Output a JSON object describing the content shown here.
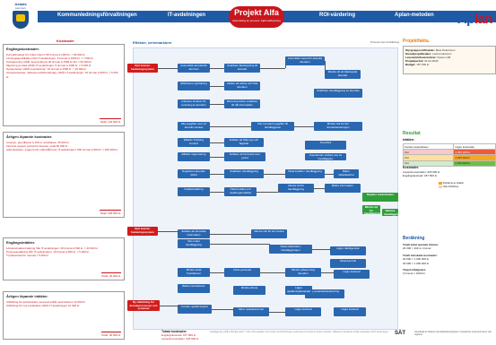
{
  "header": {
    "org_title": "Astads",
    "org_sub": "kommun",
    "nav": [
      "Kommunledningsförvaltningen",
      "IT-avdelningen",
      "ROI-värdering",
      "Aplan-metoden"
    ],
    "project_title": "Projekt Alfa",
    "project_sub": "Hela listing av process: Fjärrnedbrytning",
    "brand_a": "Ap",
    "brand_b": "lan"
  },
  "left": {
    "costs_title": "Kostnader",
    "one_time_title": "Engångskostnader.",
    "one_time_lines": [
      "Konsultinsatser för cirkus internt: 80 timmar à 1000 kr. = 80 000 kr.",
      "Lösningsspecifikation från IT-avdelningen: 5 timmar à 1500 kr. = 7 500 kr.",
      "Konfigurering utifrån leverantörens 40 timmar à 1500 kr./tim = 60 000 kr.",
      "Migrering av data utifrån IT-avdelningen: 5 timmar à 1000 kr. = 5 000 kr.",
      "Systemtester utifrån leverantören: 10 timmar à 1500 kr. = 15 000 kr.",
      "Acceptanstester. Inklusive testfilsunderlag, utifrån IT-avdelningen: 10 timmar à 500 kr. = 5 000 kr."
    ],
    "one_time_total": "Totalt: 132 500 kr.",
    "annual_title": "Årligen löpande kostnader.",
    "annual_lines": [
      "Licenser, grundlicens à 150 st. användare: 25 000 kr.",
      "First line support (extra) för licenser, avtal 50 000 kr.",
      "Administration, support och underhåll inom IT-avdelningen: 500 timmar à 500 kr. = 250 000 kr."
    ],
    "annual_total": "Totalt: 325 000 kr.",
    "yield_title": "Engångsintäkter.",
    "yield_lines": [
      "Lönekostnadsminskning från IT-avdelningen: 40 timmar à 500 kr. = 20 000 kr.",
      "Processersättning från IT-avdelningen: 10 timmar à 500 kr. = 5 000 kr.",
      "Tryckkostnad för manual = 5 000 kr."
    ],
    "yield_total": "Totalt: 30 000 kr.",
    "annual2_title": "Årligen löpande intäkter.",
    "annual2_lines": [
      "Utbildning för administrativ personal utifrån leverantören 14 500 kr.",
      "Utbildning för nya användare utifrån IT-avdelningen 10 000 kr."
    ],
    "annual2_total": "Totalt: 40 000 kr."
  },
  "flow": {
    "title": "Effekter, seriemarkörer",
    "legend": "Process   Ger   Förbättring",
    "nodes": [
      "Nytt ärende: hanteringssystem",
      "Automatisk ärendeinfo tas fram",
      "Snabbare återkoppling till ärendet",
      "Förenklad metod för aktuella ärenden",
      "Mindre tid att återkoppla ärendet",
      "Effektivare uppföljning",
      "Lättare att sökna och hitta ärenden",
      "Snabbare handläggning av ärenden",
      "Inklusive funktion för rensning av ärenden",
      "Rensning bidrar snabbare till rätt information",
      "Alla uppgifter som rör ärendet samlas",
      "Mer komplett uppgifter till handläggaren",
      "Mindre risk för fel i ärendehanteringen",
      "Effektiv Tracking Control",
      "Enklare att följa upp och åtgärda",
      "Effektiv rapportering",
      "Enklare att ha beslut som grund",
      "Ärendet kan enklare ses av handläggare",
      "Överblick",
      "Registrera ärenden direkt",
      "Snabbare handläggning",
      "Ökad kvalitet i handläggning",
      "Bättre rättssäkerhet",
      "Kvalitetssäkring",
      "Ökad kvalitet och medborgarnöjdhet",
      "Mindre tid för handläggning",
      "Bättre information",
      "Nöjdare medarbetare",
      "Säkrare handläggning",
      "Mindre tid för handläggning",
      "Nytt ärende: hanteringssystem",
      "Enklare att förmedla information",
      "Mindre risk för fel i beslut",
      "Mer enkel handläggning",
      "Ökad effektivitet i handläggningen",
      "Lägre rättsliga krav",
      "Ökad kontroll",
      "Mindre antal frustrationer",
      "Färre personal",
      "Mindre arbete kring ärenden",
      "Lägre kostnad",
      "Ny utbildning för ärendeprocessen och systemet",
      "Kortare upplärningstid",
      "Färre nyckelpersoner",
      "Lägre kostnad",
      "Ny användarbeskrivning",
      "Bättre instruktioner",
      "Mindre arbete",
      "Lägre upplärningskostnad",
      "Lägre kostnad"
    ]
  },
  "right": {
    "facts_title": "Projektfakta.",
    "facts": [
      [
        "Styrgruppsordförande:",
        "Mats Pettersson"
      ],
      [
        "Huvudprojektledare:",
        "Leila Andersson"
      ],
      [
        "Leverantör/leverantörer:",
        "System AB"
      ],
      [
        "Projektperiod:",
        "01-02-2026"
      ],
      [
        "Budget:",
        "187 500 kr."
      ]
    ],
    "result_title": "Resultat",
    "intakt_title": "Intäkter.",
    "result_cols": [
      "Kortare beslutsfaser",
      "Lägre kostnader"
    ],
    "result_rows": [
      [
        "0 kr",
        "1 455 400 kr"
      ],
      [
        "0 kr",
        "1 155 400 kr"
      ],
      [
        "0 kr",
        "1 155 400 kr"
      ]
    ],
    "cost_title": "Kostnader.",
    "cost_lines": [
      "Löpande kostnader: 325 000 kr.",
      "Engångskostnad: 187 500 kr."
    ],
    "legend_items": [
      "Förklaring av intäkter",
      "Utan förbättring"
    ],
    "benefit_title": "Beräkning",
    "benefit_lines": [
      "Totalt antal sparade timmar:",
      "20 000 = 100 st. timmar",
      "Totalt minskade kostnader:",
      "20 000 = 1 000 000 kr",
      "20 000 = 1 000 000 kr",
      "Timpris/rådgivare:",
      "3 timmar x 1000 kr"
    ]
  },
  "footer": {
    "totals_title": "Totala kostnader.",
    "totals_lines": [
      "Engångskostnad: 187 500 kr.",
      "Löpande kostnader: 325 000 kr."
    ],
    "footnote": "Kartläggning utifrån offentlig sektor. Tänk: Alla uppgifter som berörs av förändringen redovisas med stöd av Aplan-metoden. Effekterna beräknas enligt underlaget i ROI-värderingen.",
    "sat_logo": "SÄT",
    "sat_text": "Utvecklad av Statens Ärendehanteringsteam i samarbete med kommuner och regioner."
  }
}
